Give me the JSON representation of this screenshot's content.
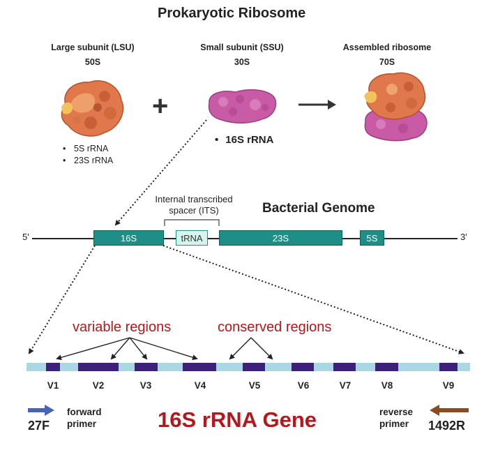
{
  "title": "Prokaryotic Ribosome",
  "lsu": {
    "name": "Large subunit (LSU)",
    "size": "50S",
    "rnas": [
      "5S rRNA",
      "23S rRNA"
    ]
  },
  "ssu": {
    "name": "Small subunit (SSU)",
    "size": "30S",
    "rna": "16S rRNA"
  },
  "assembled": {
    "name": "Assembled ribosome",
    "size": "70S"
  },
  "operators": {
    "plus": "+"
  },
  "genome": {
    "title": "Bacterial Genome",
    "five_prime": "5'",
    "three_prime": "3'",
    "its_label_line1": "Internal transcribed",
    "its_label_line2": "spacer (ITS)",
    "genes": {
      "s16": "16S",
      "trna": "tRNA",
      "s23": "23S",
      "s5": "5S"
    }
  },
  "gene_map": {
    "variable_label": "variable regions",
    "conserved_label": "conserved regions",
    "regions": [
      "V1",
      "V2",
      "V3",
      "V4",
      "V5",
      "V6",
      "V7",
      "V8",
      "V9"
    ],
    "title": "16S rRNA Gene"
  },
  "primers": {
    "forward": {
      "line1": "forward",
      "line2": "primer",
      "name": "27F"
    },
    "reverse": {
      "line1": "reverse",
      "line2": "primer",
      "name": "1492R"
    }
  },
  "colors": {
    "lsu": "#e0784b",
    "ssu": "#c85aa6",
    "gene": "#1e8e86",
    "trna": "#d7f3ed",
    "strip": "#a9d8e2",
    "region": "#3e1f7a",
    "accent": "#b3181e",
    "forward_arrow": "#4a62b8",
    "reverse_arrow": "#8c4a22"
  }
}
